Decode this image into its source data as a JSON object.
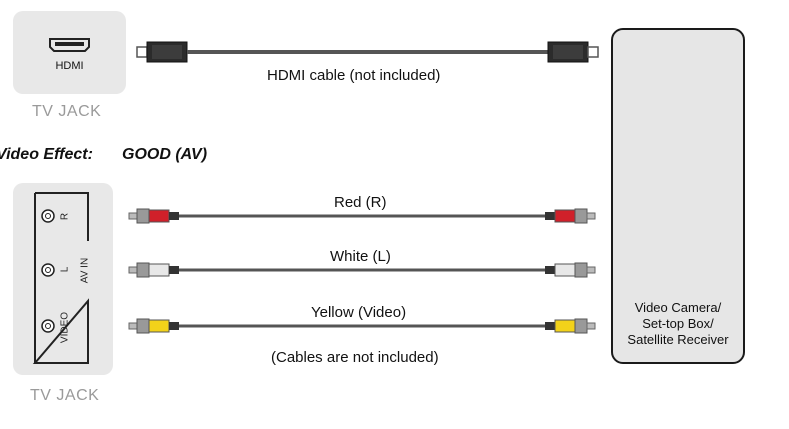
{
  "hdmi": {
    "port_label": "HDMI",
    "jack_label": "TV JACK",
    "cable_label": "HDMI cable (not included)"
  },
  "effect": {
    "label": "Video Effect:",
    "value": "GOOD (AV)"
  },
  "av": {
    "jack_label": "TV JACK",
    "port_r": "R",
    "port_l": "L",
    "port_video": "VIDEO",
    "group_label": "AV IN",
    "cables": [
      {
        "label": "Red (R)",
        "color": "#d0202a"
      },
      {
        "label": "White (L)",
        "color": "#e8e8e8"
      },
      {
        "label": "Yellow (Video)",
        "color": "#f2d21a"
      }
    ],
    "note": "(Cables are not included)"
  },
  "devices": {
    "caption_line1": "Video Camera/",
    "caption_line2": "Set-top Box/",
    "caption_line3": "Satellite Receiver",
    "icons": [
      "video-camera-icon",
      "set-top-box-icon",
      "game-controller-icon",
      "satellite-dish-icon",
      "receiver-icon"
    ]
  }
}
